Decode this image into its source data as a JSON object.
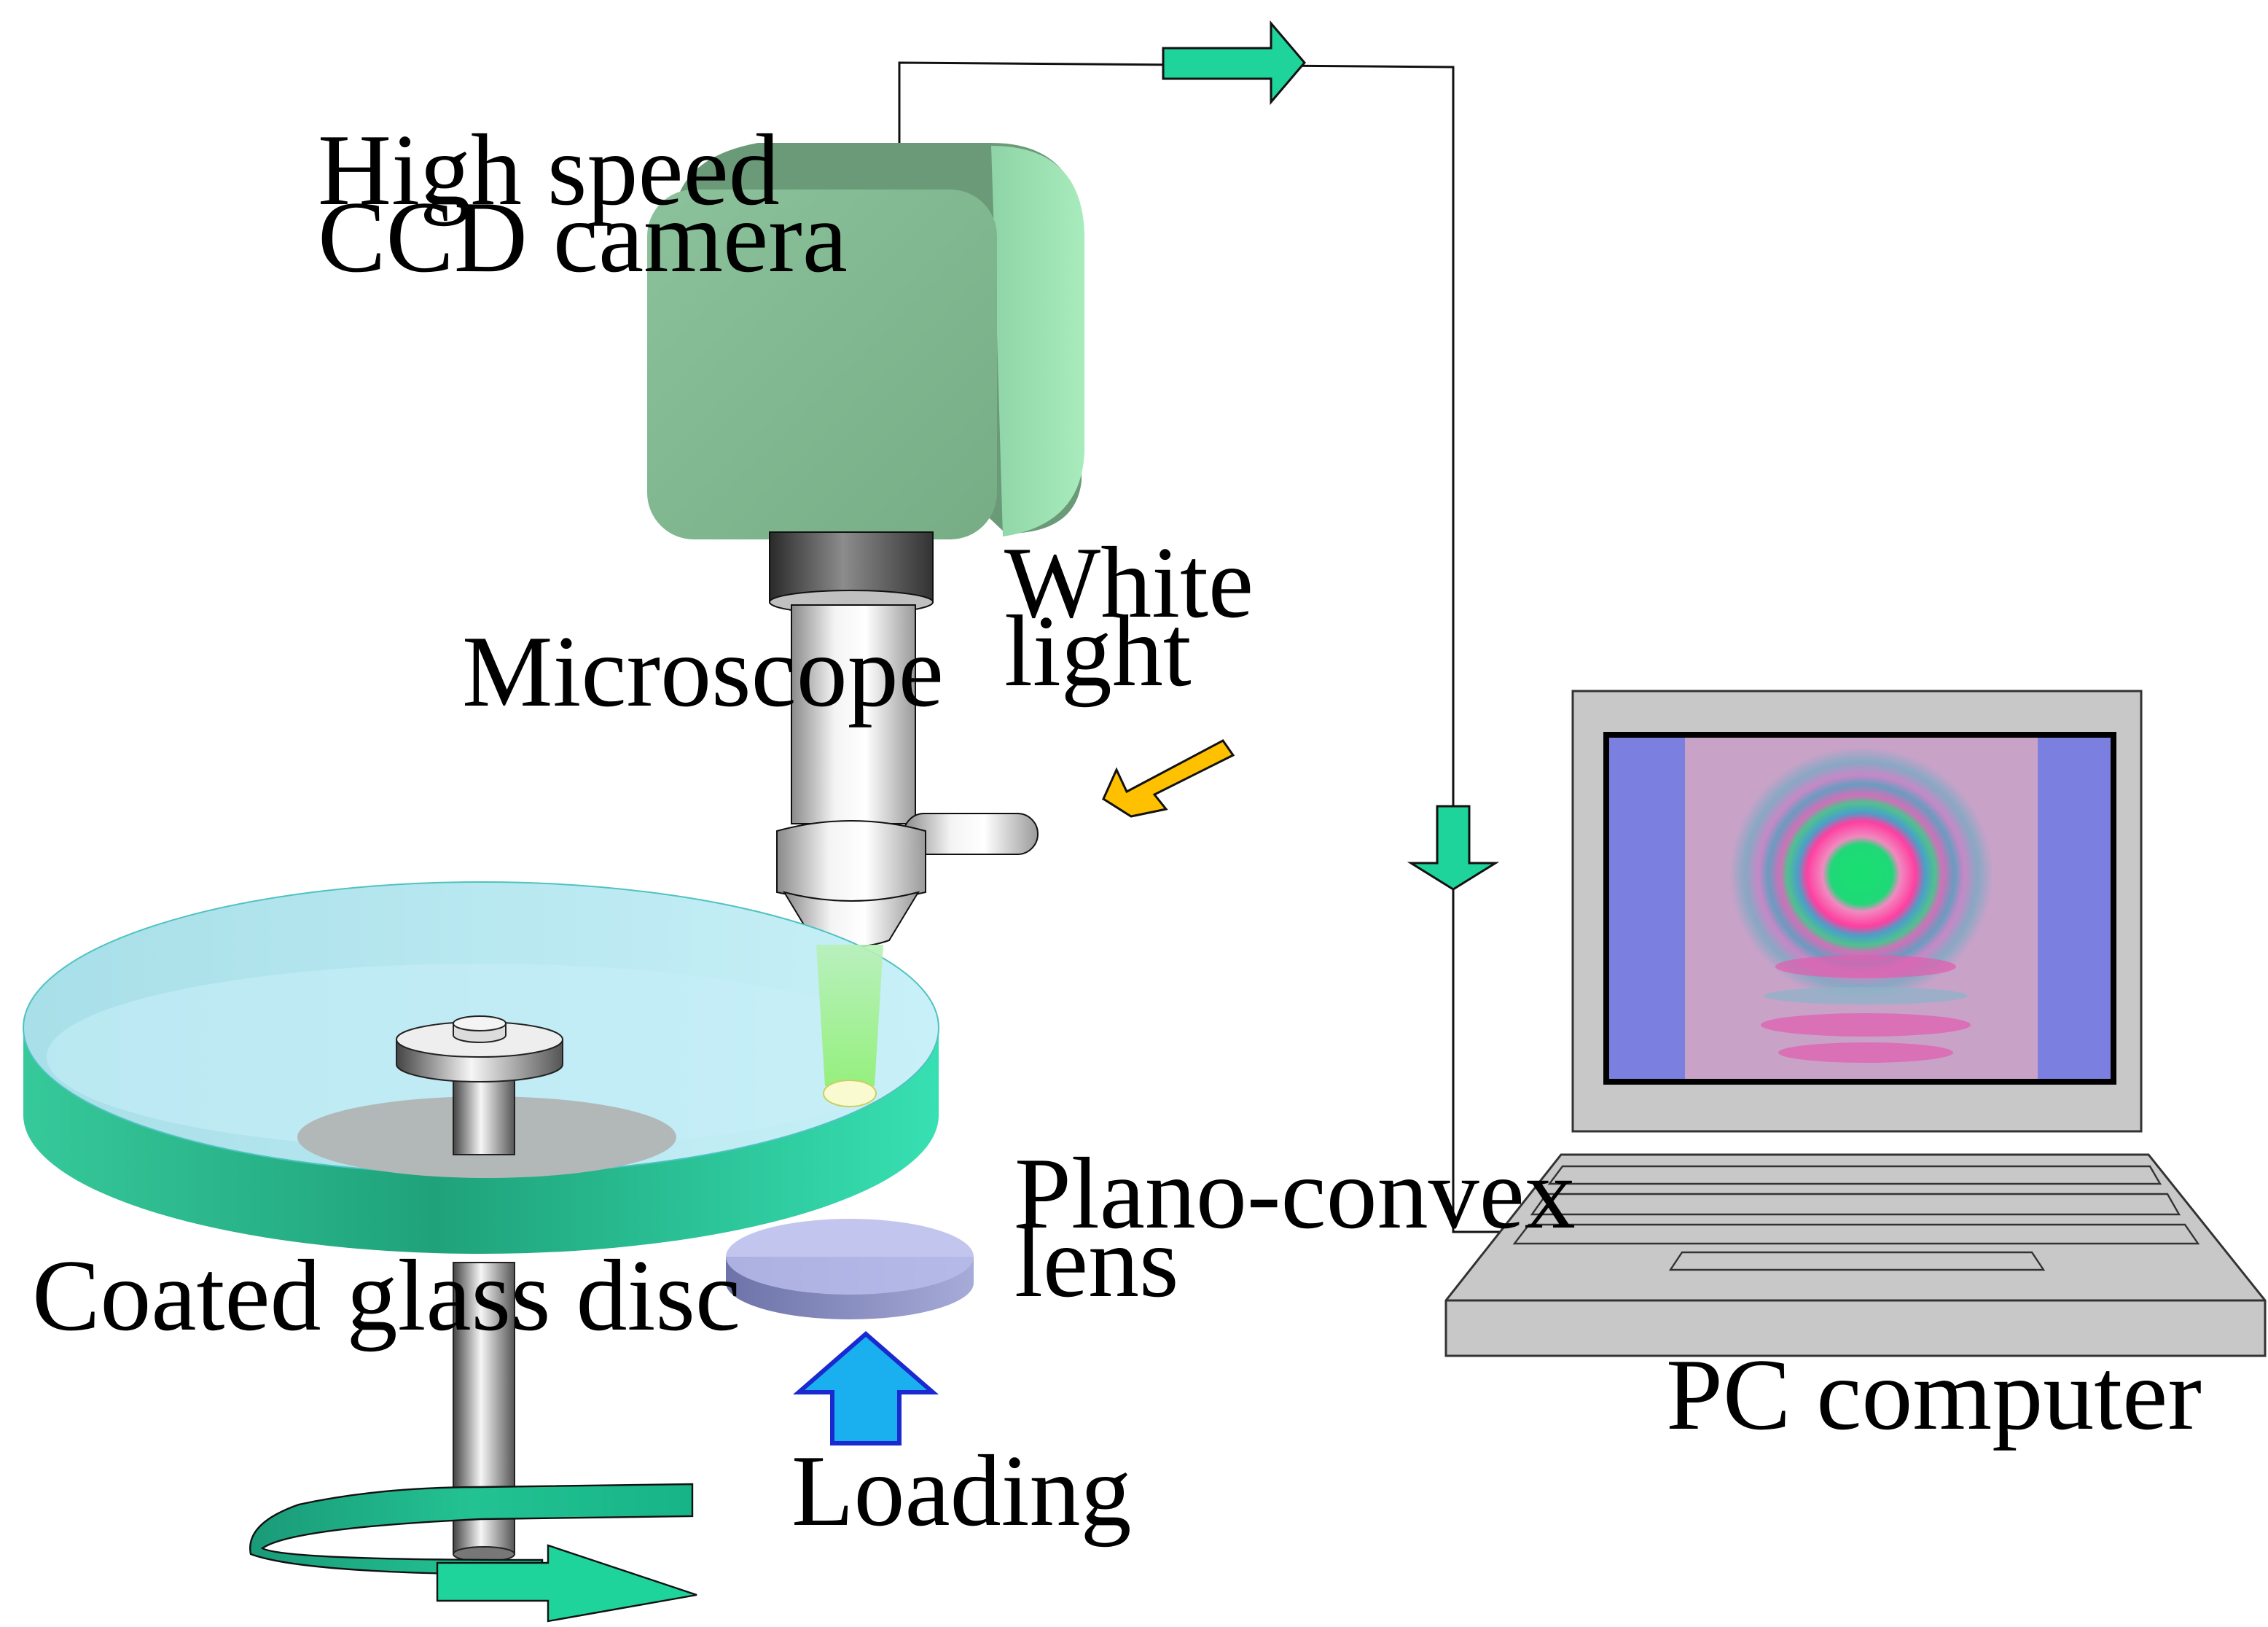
{
  "labels": {
    "camera_line1": "High speed",
    "camera_line2": "CCD camera",
    "white_light_line1": "White",
    "white_light_line2": "light",
    "microscope": "Microscope",
    "lens_line1": "Plano-convex",
    "lens_line2": "lens",
    "disc": "Coated glass disc",
    "loading": "Loading",
    "pc": "PC computer"
  },
  "colors": {
    "camera_body": "#82b891",
    "disc_rim": "#2fd4a4",
    "disc_top": "#bde8f0",
    "signal_arrow": "#1ed49a",
    "light_arrow": "#ffc000",
    "loading_arrow": "#1ab0f0",
    "screen_side_bars": "#7b7fe0",
    "screen_image": "#c9a2c8",
    "laptop_body": "#c8c8c8"
  }
}
